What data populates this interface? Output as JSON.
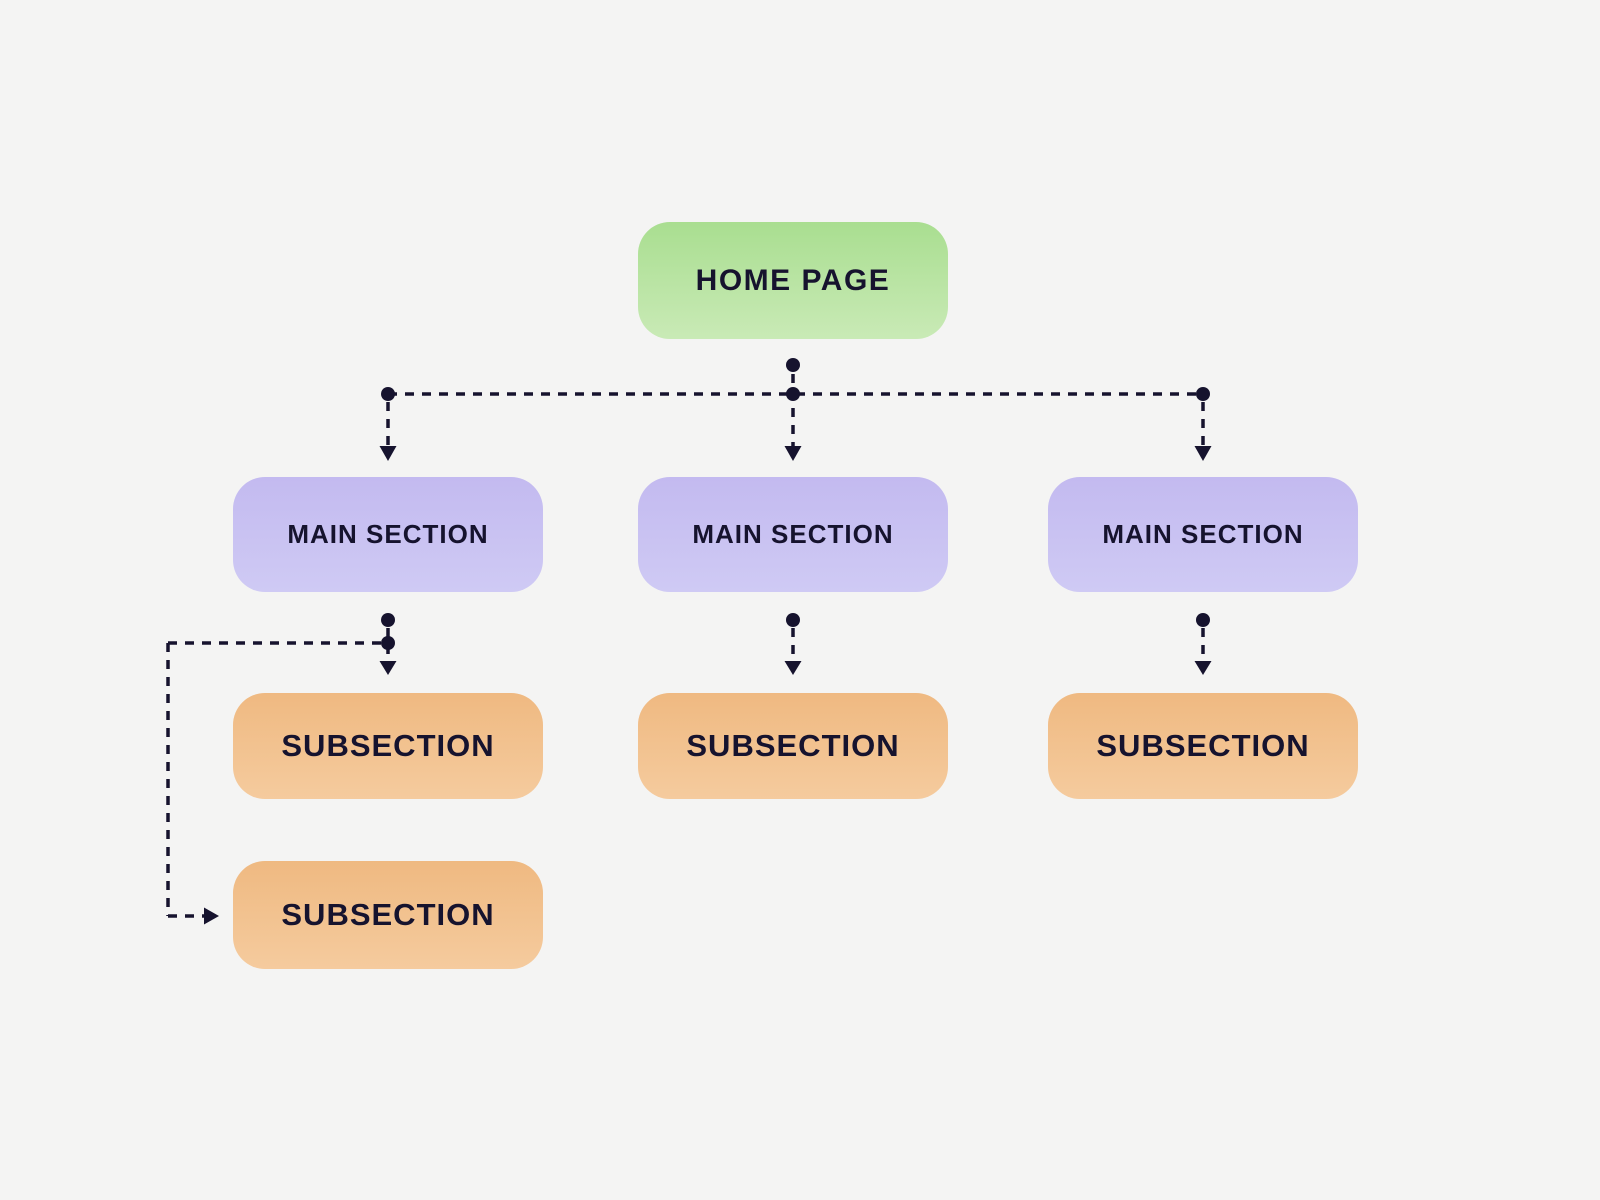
{
  "diagram": {
    "type": "sitemap-tree",
    "nodes": {
      "home": {
        "id": "home",
        "label": "HOME PAGE",
        "level": "home"
      },
      "main_sections": [
        {
          "id": "main-1",
          "label": "MAIN SECTION",
          "level": "main"
        },
        {
          "id": "main-2",
          "label": "MAIN SECTION",
          "level": "main"
        },
        {
          "id": "main-3",
          "label": "MAIN SECTION",
          "level": "main"
        }
      ],
      "subsections": [
        {
          "id": "sub-1a",
          "label": "SUBSECTION",
          "level": "sub",
          "parent": "main-1"
        },
        {
          "id": "sub-1b",
          "label": "SUBSECTION",
          "level": "sub",
          "parent": "main-1"
        },
        {
          "id": "sub-2a",
          "label": "SUBSECTION",
          "level": "sub",
          "parent": "main-2"
        },
        {
          "id": "sub-3a",
          "label": "SUBSECTION",
          "level": "sub",
          "parent": "main-3"
        }
      ]
    },
    "edges": [
      {
        "from": "home",
        "to": "main-1",
        "style": "dashed-arrow"
      },
      {
        "from": "home",
        "to": "main-2",
        "style": "dashed-arrow"
      },
      {
        "from": "home",
        "to": "main-3",
        "style": "dashed-arrow"
      },
      {
        "from": "main-1",
        "to": "sub-1a",
        "style": "dashed-arrow"
      },
      {
        "from": "main-1",
        "to": "sub-1b",
        "style": "dashed-arrow"
      },
      {
        "from": "main-2",
        "to": "sub-2a",
        "style": "dashed-arrow"
      },
      {
        "from": "main-3",
        "to": "sub-3a",
        "style": "dashed-arrow"
      }
    ],
    "colors": {
      "background": "#f4f4f3",
      "line": "#16132e",
      "text": "#16132e",
      "home_gradient_top": "#a9de90",
      "home_gradient_bottom": "#c9eab6",
      "main_gradient_top": "#c3baf0",
      "main_gradient_bottom": "#cfcaf4",
      "sub_gradient_top": "#efb981",
      "sub_gradient_bottom": "#f5cb9e"
    }
  }
}
